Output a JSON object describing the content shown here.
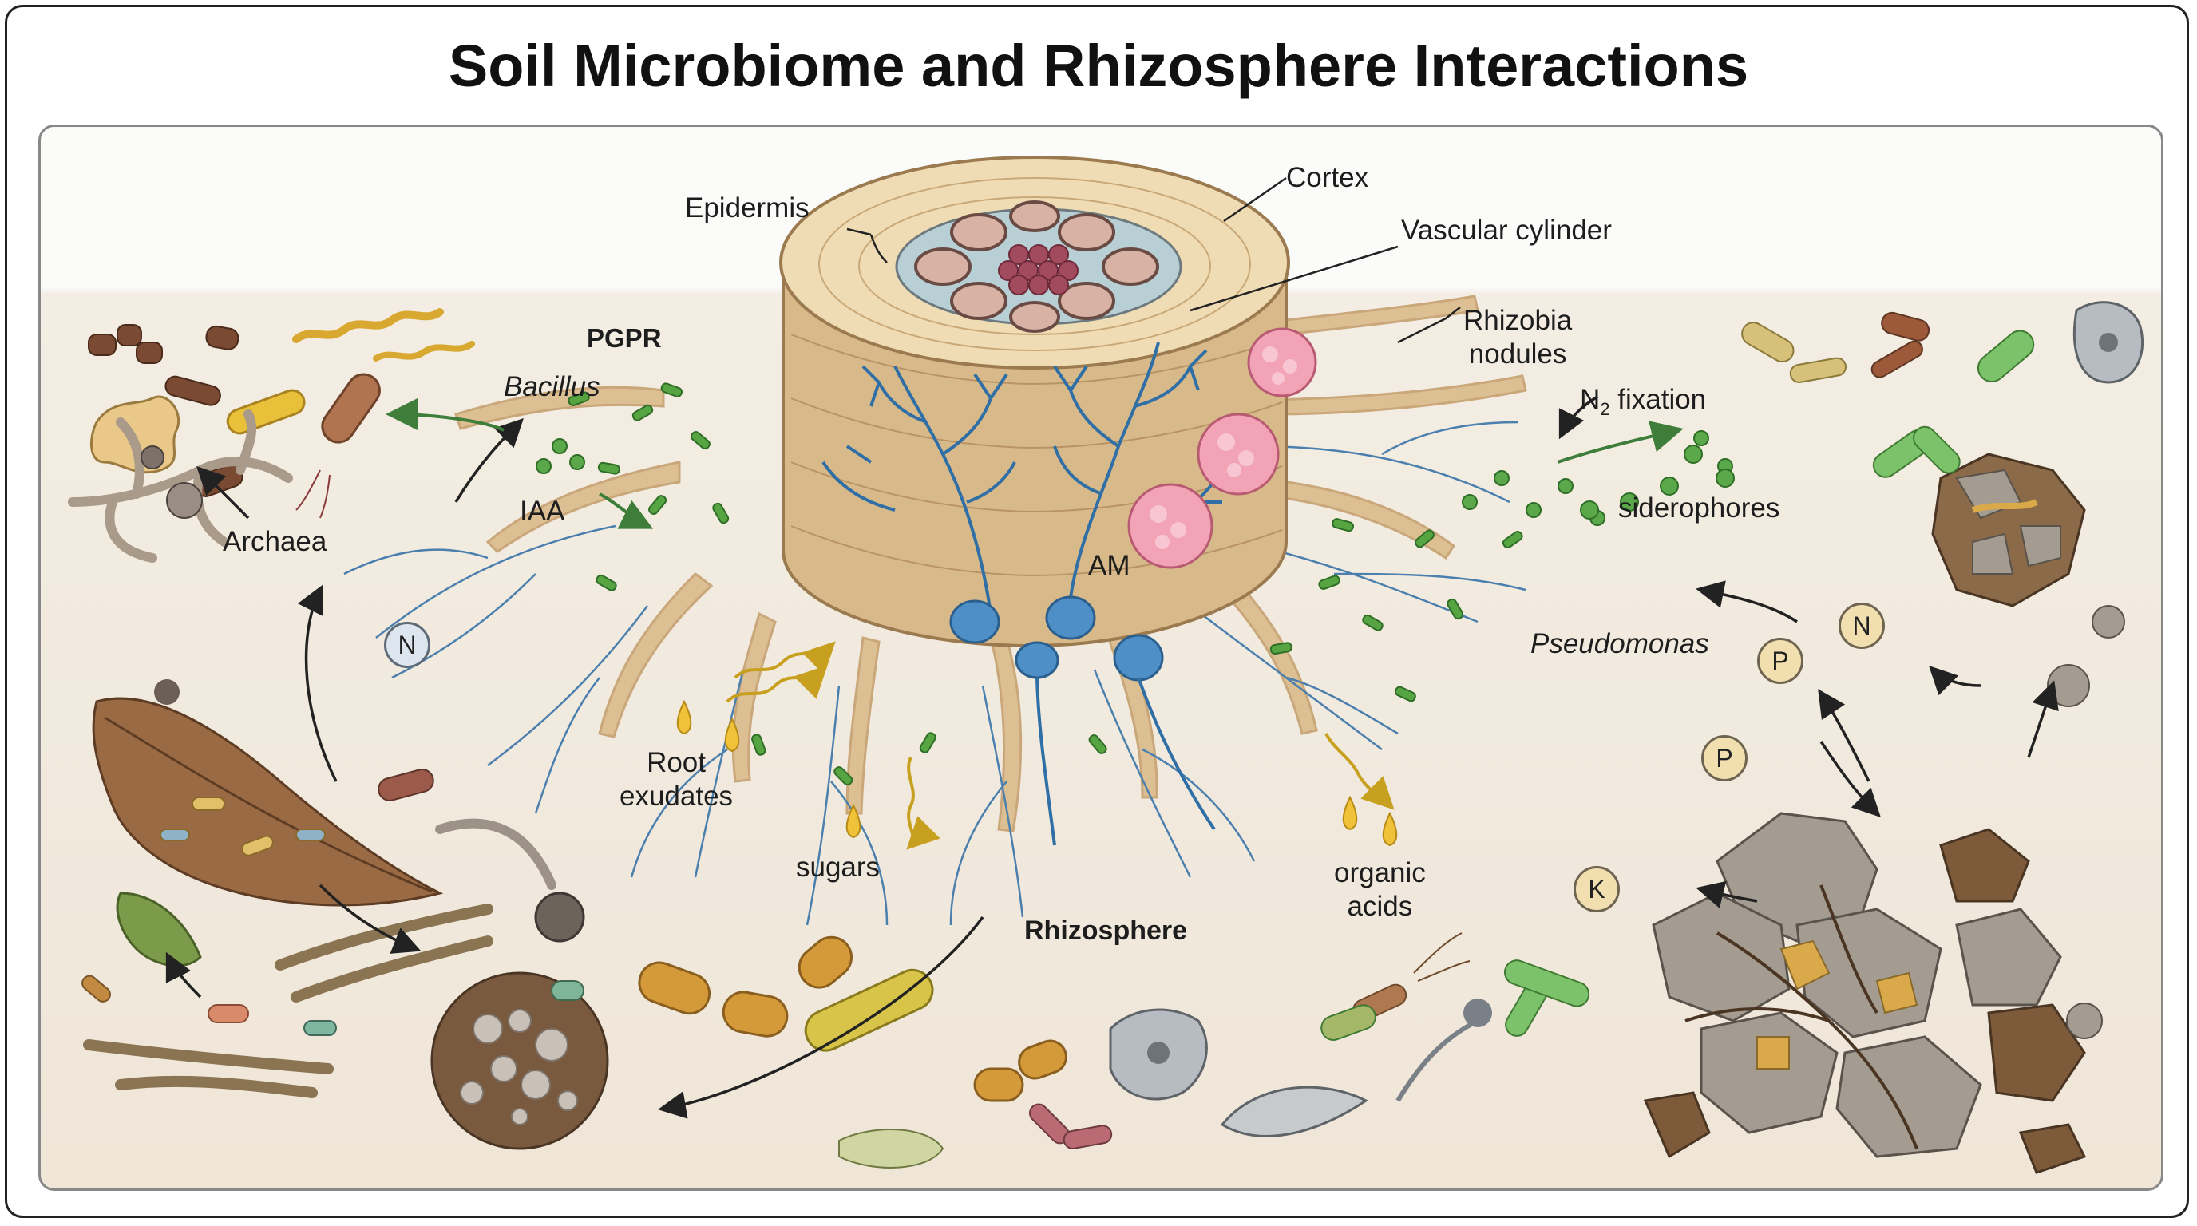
{
  "title": "Soil Microbiome and Rhizosphere Interactions",
  "labels": {
    "epidermis": "Epidermis",
    "cortex": "Cortex",
    "vascular": "Vascular cylinder",
    "rhizobia_nodules": "Rhizobia\nnodules",
    "n2_fixation_base": "N",
    "n2_fixation_sub": "2",
    "n2_fixation_rest": " fixation",
    "siderophores": "siderophores",
    "pseudomonas": "Pseudomonas",
    "pgpr": "PGPR",
    "bacillus": "Bacillus",
    "iaa": "IAA",
    "archaea": "Archaea",
    "am": "AM",
    "root_exudates": "Root\nexudates",
    "sugars": "sugars",
    "organic_acids": "organic\nacids",
    "rhizosphere": "Rhizosphere"
  },
  "nutrients": {
    "n_left": "N",
    "n_right": "N",
    "p_upper": "P",
    "p_lower": "P",
    "k": "K"
  },
  "colors": {
    "root_tissue": "#e6cfa2",
    "hyphae": "#3f7fb6",
    "bacteria": "#4f9a3c",
    "nodules": "#ef9db0",
    "soil_background": "#efe6d8"
  }
}
